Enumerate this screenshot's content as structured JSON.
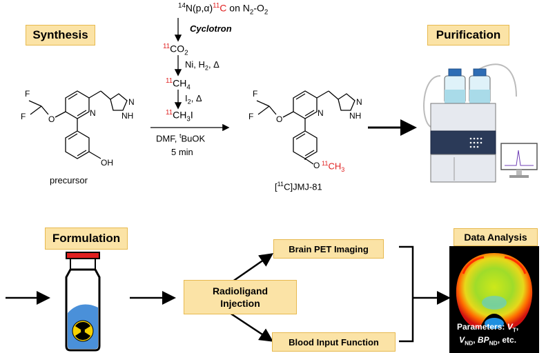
{
  "reaction": {
    "nuclear_reaction": "14N(p,α)11C on N2-O2",
    "cyclotron": "Cyclotron",
    "co2": "11CO2",
    "step1_conditions": "Ni, H2, Δ",
    "ch4": "11CH4",
    "step2_conditions": "I2, Δ",
    "ch3i": "11CH3I",
    "coupling_solvent": "DMF, tBuOK",
    "coupling_time": "5 min"
  },
  "molecules": {
    "precursor_label": "precursor",
    "product_label": "[11C]JMJ-81",
    "atom_F": "F",
    "atom_O": "O",
    "atom_N": "N",
    "atom_NH": "NH",
    "atom_OH": "OH",
    "atom_CH3": "11CH3"
  },
  "stages": {
    "synthesis": "Synthesis",
    "purification": "Purification",
    "formulation": "Formulation",
    "data_analysis": "Data Analysis",
    "radioligand_injection": "Radioligand Injection",
    "brain_pet": "Brain PET Imaging",
    "blood_input": "Blood Input Function"
  },
  "parameters_text": "Parameters: VT, VND, BPND, etc.",
  "colors": {
    "label_fill": "#fbe3a6",
    "label_border": "#e7b94e",
    "isotope_red": "#e02020",
    "vial_liquid": "#4a90d9",
    "vial_cap": "#e02020",
    "radiation_yellow": "#f5d000"
  }
}
